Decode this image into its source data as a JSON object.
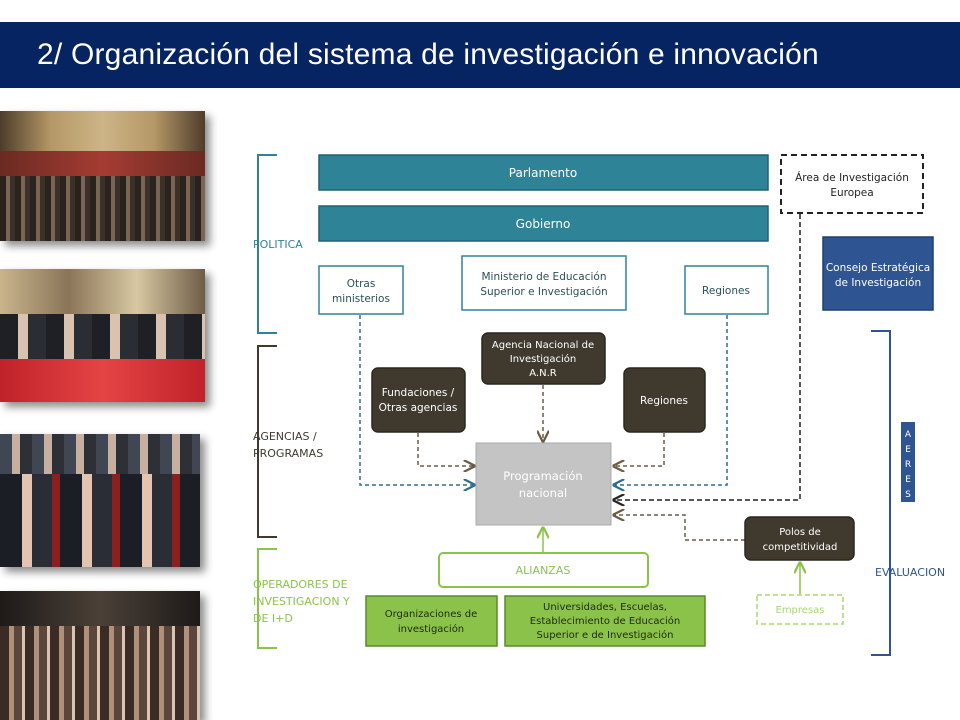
{
  "header": {
    "title": "2/ Organización del sistema de investigación e innovación"
  },
  "colors": {
    "title_bar": "#072462",
    "teal": "#2f8397",
    "dark_olive": "#403a2e",
    "grey": "#c4c4c4",
    "green": "#8bc34a",
    "light_green": "#a6d86f",
    "navy": "#2e5591",
    "blue_dash": "#2f6f8e",
    "brown_dash": "#6b5b45"
  },
  "photos": [
    {
      "name": "parliament-chamber-photo"
    },
    {
      "name": "council-meeting-photo"
    },
    {
      "name": "officials-audience-photo"
    },
    {
      "name": "lecture-hall-photo"
    }
  ],
  "sections": {
    "politica": "POLITICA",
    "agencias": [
      "AGENCIAS /",
      "PROGRAMAS"
    ],
    "operadores": [
      "OPERADORES DE",
      "INVESTIGACION Y",
      "DE I+D"
    ],
    "evaluacion": "EVALUACION"
  },
  "nodes": {
    "parlamento": "Parlamento",
    "gobierno": "Gobierno",
    "area_europea": [
      "Área de Investigación",
      "Europea"
    ],
    "consejo": [
      "Consejo Estratégica",
      "de Investigación"
    ],
    "otras_ministerios": [
      "Otras",
      "ministerios"
    ],
    "ministerio": [
      "Ministerio de Educación",
      "Superior e Investigación"
    ],
    "regiones_top": "Regiones",
    "anr": [
      "Agencia Nacional de",
      "Investigación",
      "A.N.R"
    ],
    "fundaciones": [
      "Fundaciones /",
      "Otras agencias"
    ],
    "regiones_mid": "Regiones",
    "programacion": [
      "Programación",
      "nacional"
    ],
    "aeres": [
      "A",
      "E",
      "R",
      "E",
      "S"
    ],
    "polos": [
      "Polos de",
      "competitividad"
    ],
    "alianzas": "ALIANZAS",
    "organizaciones": [
      "Organizaciones de",
      "investigación"
    ],
    "universidades": [
      "Universidades, Escuelas,",
      "Establecimiento de Educación",
      "Superior e de Investigación"
    ],
    "empresas": "Empresas"
  }
}
